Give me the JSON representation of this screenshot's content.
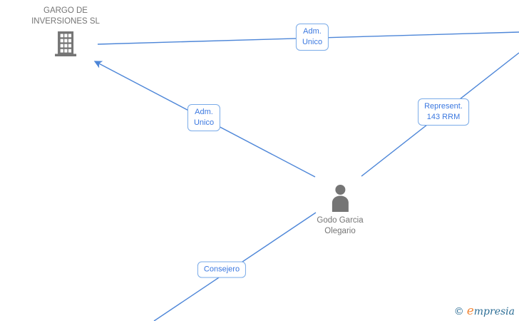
{
  "company_node": {
    "name_line1": "GARGO DE",
    "name_line2": "INVERSIONES SL"
  },
  "person_node": {
    "name_line1": "Godo Garcia",
    "name_line2": "Olegario"
  },
  "edge_labels": {
    "adm_unico_top": {
      "line1": "Adm.",
      "line2": "Unico"
    },
    "adm_unico_mid": {
      "line1": "Adm.",
      "line2": "Unico"
    },
    "represent": {
      "line1": "Represent.",
      "line2": "143 RRM"
    },
    "consejero": {
      "line1": "Consejero"
    }
  },
  "footer": {
    "copyright_symbol": "©",
    "brand_e": "e",
    "brand_rest": "mpresia"
  },
  "colors": {
    "edge": "#4d86d8",
    "label_text": "#3b78e0",
    "label_border": "#7aabe8",
    "node_text": "#757575",
    "icon_gray": "#757575",
    "brand_orange": "#f28a3d",
    "brand_teal": "#2d6e96"
  }
}
